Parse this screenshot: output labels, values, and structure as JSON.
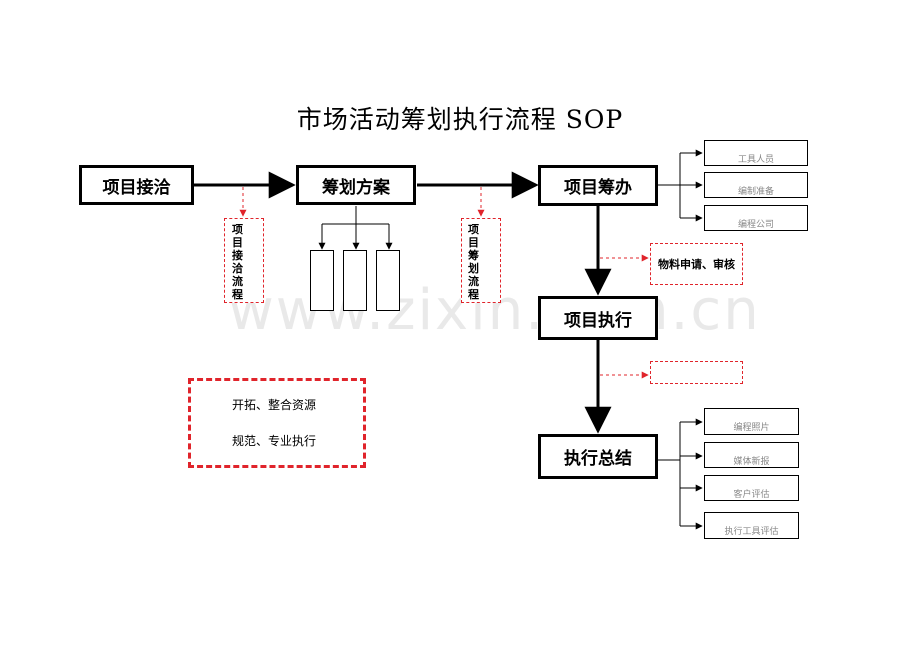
{
  "title": "市场活动筹划执行流程 SOP",
  "watermark": "www.zixin.com.cn",
  "main_steps": {
    "s1": "项目接洽",
    "s2": "筹划方案",
    "s3": "项目筹办",
    "s4": "项目执行",
    "s5": "执行总结"
  },
  "dashed_notes": {
    "n1": "项目接洽流程",
    "n2": "项目筹划流程",
    "n3": "物料申请、审核"
  },
  "prep_outputs": [
    "工具人员",
    "编制准备",
    "编程公司"
  ],
  "summary_outputs": [
    "编程照片",
    "媒体新报",
    "客户评估",
    "执行工具评估"
  ],
  "core": {
    "line1": "开拓、整合资源",
    "line2": "规范、专业执行"
  },
  "colors": {
    "accent": "#e0242b",
    "line": "#000000"
  }
}
